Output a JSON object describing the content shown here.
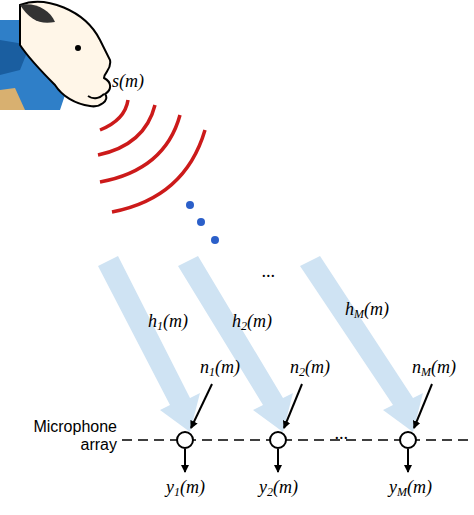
{
  "diagram": {
    "labels": [
      "s(m)",
      "h1(m)",
      "h2(m)",
      "...",
      "hM(m)",
      "n1(m)",
      "n2(m)",
      "nM(m)",
      "Microphone array",
      "...",
      "y1(m)",
      "y2(m)",
      "yM(m)"
    ]
  }
}
